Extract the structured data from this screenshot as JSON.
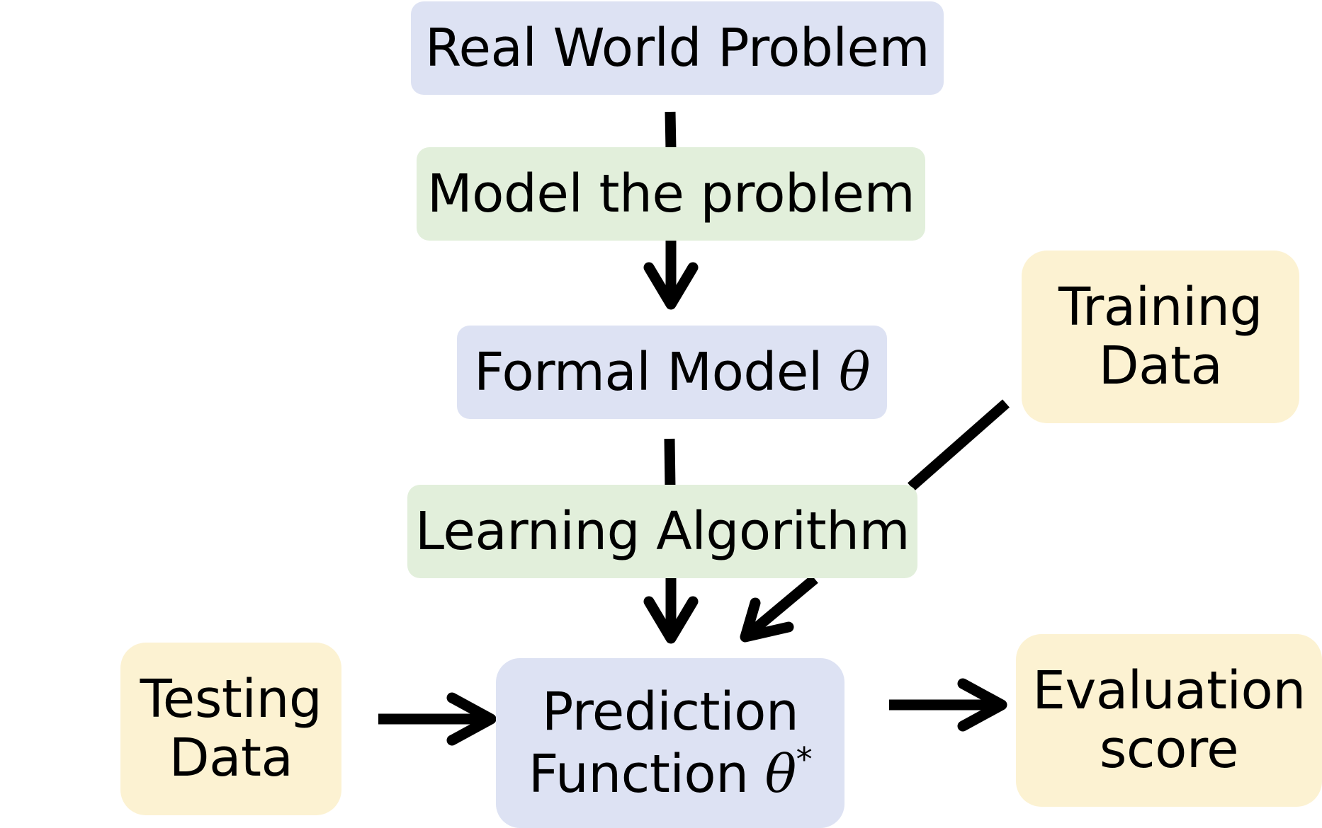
{
  "nodes": {
    "real_world_problem": {
      "label": "Real World Problem",
      "color": "#dde2f3"
    },
    "model_the_problem": {
      "label": "Model the problem",
      "color": "#e2efdb"
    },
    "formal_model": {
      "label": "Formal Model",
      "symbol": "θ",
      "color": "#dde2f3"
    },
    "training_data": {
      "line1": "Training",
      "line2": "Data",
      "color": "#fcf2d2"
    },
    "learning_algorithm": {
      "label": "Learning Algorithm",
      "color": "#e2efdb"
    },
    "testing_data": {
      "line1": "Testing",
      "line2": "Data",
      "color": "#fcf2d2"
    },
    "prediction_function": {
      "line1": "Prediction",
      "line2": "Function",
      "symbol": "θ",
      "superscript": "*",
      "color": "#dde2f3"
    },
    "evaluation_score": {
      "line1": "Evaluation",
      "line2": "score",
      "color": "#fcf2d2"
    }
  },
  "edges": [
    {
      "from": "real_world_problem",
      "to": "model_the_problem"
    },
    {
      "from": "model_the_problem",
      "to": "formal_model"
    },
    {
      "from": "formal_model",
      "to": "learning_algorithm"
    },
    {
      "from": "learning_algorithm",
      "to": "prediction_function"
    },
    {
      "from": "training_data",
      "to": "prediction_function"
    },
    {
      "from": "testing_data",
      "to": "prediction_function"
    },
    {
      "from": "prediction_function",
      "to": "evaluation_score"
    }
  ]
}
